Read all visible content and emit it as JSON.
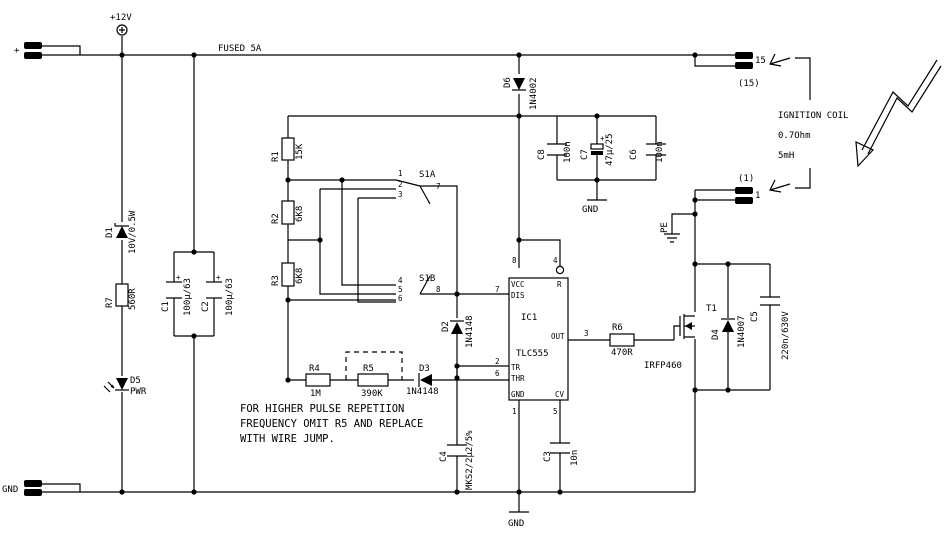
{
  "rails": {
    "supply_label": "+12V",
    "fuse_label": "FUSED 5A",
    "plus_terminal": "+",
    "gnd_terminal": "GND",
    "gnd_symbol_bottom": "GND",
    "gnd_symbol_caps": "GND",
    "pe_label": "PE"
  },
  "connectors": {
    "k15": "15",
    "k15_alt": "(15)",
    "k1_alt": "(1)",
    "k1": "1"
  },
  "coil": {
    "line1": "IGNITION COIL",
    "line2": "0.7Ohm",
    "line3": "5mH"
  },
  "components": {
    "D1": {
      "ref": "D1",
      "value": "10V/0.5W"
    },
    "R7": {
      "ref": "R7",
      "value": "560R"
    },
    "D5": {
      "ref": "D5",
      "value": "PWR"
    },
    "C1": {
      "ref": "C1",
      "value": "100µ/63"
    },
    "C2": {
      "ref": "C2",
      "value": "100µ/63"
    },
    "R1": {
      "ref": "R1",
      "value": "15K"
    },
    "R2": {
      "ref": "R2",
      "value": "6K8"
    },
    "R3": {
      "ref": "R3",
      "value": "6K8"
    },
    "S1A": {
      "ref": "S1A"
    },
    "S1B": {
      "ref": "S1B"
    },
    "R4": {
      "ref": "R4",
      "value": "1M"
    },
    "R5": {
      "ref": "R5",
      "value": "390K"
    },
    "D3": {
      "ref": "D3",
      "value": "1N4148"
    },
    "D2": {
      "ref": "D2",
      "value": "1N4148"
    },
    "C4": {
      "ref": "C4",
      "value": "MKS2/2µ2/5%"
    },
    "D6": {
      "ref": "D6",
      "value": "1N4002"
    },
    "C8": {
      "ref": "C8",
      "value": "100n"
    },
    "C7": {
      "ref": "C7",
      "value": "47µ/25"
    },
    "C6": {
      "ref": "C6",
      "value": "100n"
    },
    "IC1": {
      "ref": "IC1",
      "value": "TLC555"
    },
    "C3": {
      "ref": "C3",
      "value": "10n"
    },
    "R6": {
      "ref": "R6",
      "value": "470R"
    },
    "T1": {
      "ref": "T1",
      "value": "IRFP460"
    },
    "D4": {
      "ref": "D4",
      "value": "1N4007"
    },
    "C5": {
      "ref": "C5",
      "value": "220n/630V"
    }
  },
  "ic_pins": {
    "vcc": "VCC",
    "dis": "DIS",
    "tr": "TR",
    "thr": "THR",
    "gnd": "GND",
    "out": "OUT",
    "r": "R",
    "cv": "CV",
    "n8_top": "8",
    "n4": "4",
    "n7": "7",
    "n2": "2",
    "n6": "6",
    "n1": "1",
    "n5": "5",
    "n3": "3"
  },
  "switch_pins": {
    "a1": "1",
    "a2": "2",
    "a3": "3",
    "a7": "7",
    "b4": "4",
    "b5": "5",
    "b6": "6",
    "b8": "8"
  },
  "pin_polarity": {
    "plus": "+"
  },
  "note": {
    "line1": "FOR HIGHER PULSE REPETIION",
    "line2": "FREQUENCY OMIT R5 AND REPLACE",
    "line3": "WITH WIRE JUMP."
  }
}
